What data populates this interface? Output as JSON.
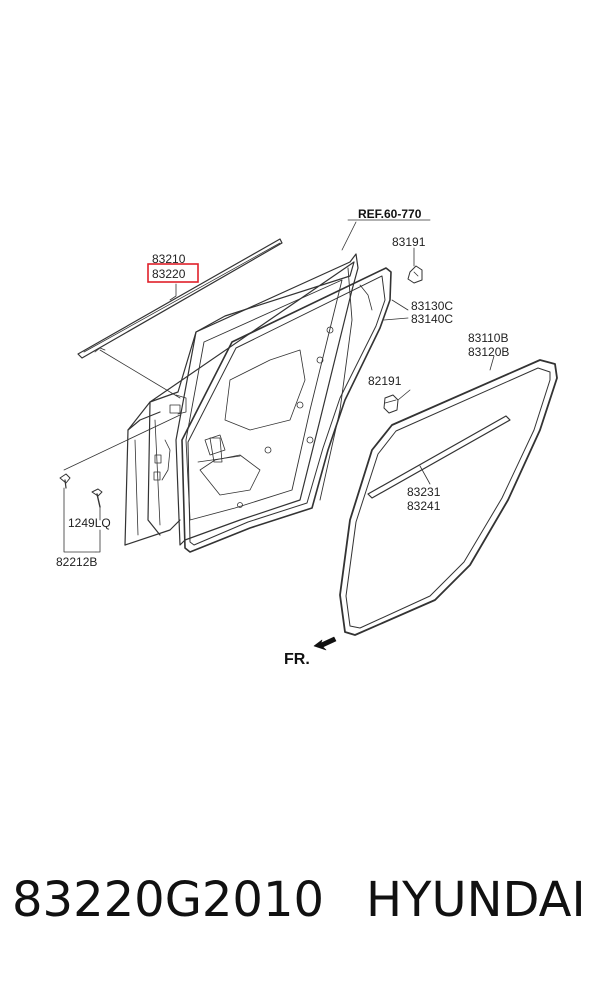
{
  "diagram": {
    "labels": {
      "ref": "REF.60-770",
      "p83191": "83191",
      "p83210": "83210",
      "p83220": "83220",
      "p83130c": "83130C",
      "p83140c": "83140C",
      "p83110b": "83110B",
      "p83120b": "83120B",
      "p82191": "82191",
      "p83231": "83231",
      "p83241": "83241",
      "p1249lq": "1249LQ",
      "p82212b": "82212B",
      "fr": "FR."
    },
    "highlight_color": "#e0202a",
    "line_color": "#333333"
  },
  "caption": {
    "part_number": "83220G2010",
    "brand": "HYUNDAI"
  }
}
